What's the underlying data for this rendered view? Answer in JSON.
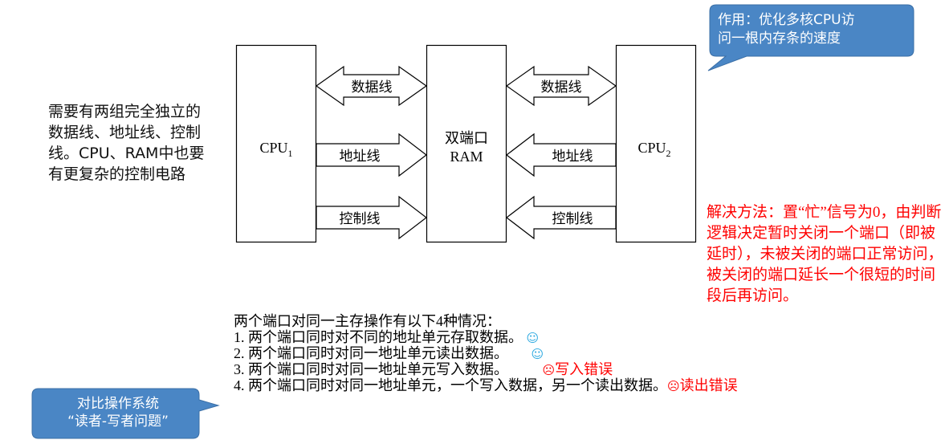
{
  "diagram": {
    "cpu1": {
      "name": "CPU",
      "sub": "1"
    },
    "cpu2": {
      "name": "CPU",
      "sub": "2"
    },
    "ram": {
      "line1": "双端口",
      "line2": "RAM"
    },
    "left_bus": {
      "data": "数据线",
      "address": "地址线",
      "control": "控制线"
    },
    "right_bus": {
      "data": "数据线",
      "address": "地址线",
      "control": "控制线"
    }
  },
  "callout_top": {
    "line1": "作用：优化多核CPU访",
    "line2": "问一根内存条的速度",
    "color": "#4a86c5"
  },
  "left_note": "需要有两组完全独立的数据线、地址线、控制线。CPU、RAM中也要有更复杂的控制电路",
  "solution": "解决方法：置“忙”信号为0，由判断逻辑决定暂时关闭一个端口（即被延时），未被关闭的端口正常访问，被关闭的端口延长一个很短的时间段后再访问。",
  "cases": {
    "intro": "两个端口对同一主存操作有以下4种情况：",
    "items": [
      {
        "text": "1. 两个端口同时对不同的地址单元存取数据。",
        "icon": "☺",
        "note": ""
      },
      {
        "text": "2. 两个端口同时对同一地址单元读出数据。",
        "icon": "☺",
        "note": ""
      },
      {
        "text": "3. 两个端口同时对同一地址单元写入数据。",
        "icon": "☹",
        "note": "写入错误"
      },
      {
        "text": "4. 两个端口同时对同一地址单元，一个写入数据，另一个读出数据。",
        "icon": "☹",
        "note": "读出错误"
      }
    ]
  },
  "callout_bottom": {
    "line1": "对比操作系统",
    "line2": "“读者-写者问题”",
    "color": "#4a86c5"
  },
  "colors": {
    "accent_red": "#ff0000",
    "smile_blue": "#2aa8e0",
    "callout_blue": "#4a86c5"
  }
}
